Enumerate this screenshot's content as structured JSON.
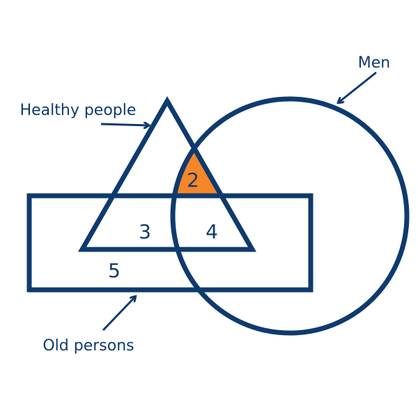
{
  "labels": {
    "men": "Men",
    "healthy_people": "Healthy people",
    "old_persons": "Old persons"
  },
  "regions": {
    "r2": "2",
    "r3": "3",
    "r4": "4",
    "r5": "5"
  },
  "colors": {
    "stroke": "#0f3a6e",
    "highlight": "#f5862a"
  },
  "highlighted_region": "2"
}
